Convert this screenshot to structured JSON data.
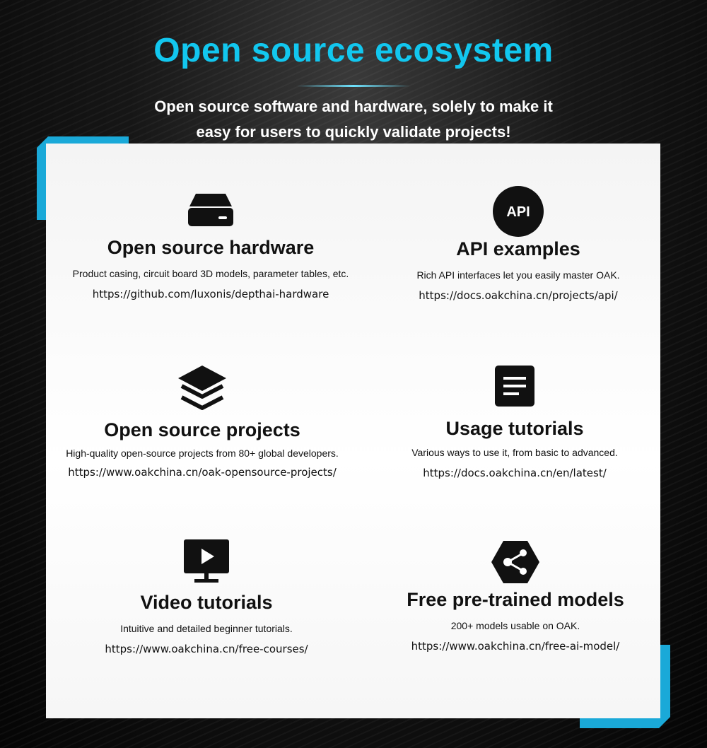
{
  "header": {
    "title": "Open source ecosystem",
    "subtitle_line1": "Open source software and hardware, solely to make it",
    "subtitle_line2": "easy for users to quickly validate projects!"
  },
  "features": [
    {
      "icon": "hardware-box-icon",
      "title": "Open source hardware",
      "description": "Product casing, circuit board 3D models, parameter tables, etc.",
      "link": "https://github.com/luxonis/depthai-hardware"
    },
    {
      "icon": "api-badge-icon",
      "icon_text": "API",
      "title": "API examples",
      "description": "Rich API interfaces let you easily master OAK.",
      "link": "https://docs.oakchina.cn/projects/api/"
    },
    {
      "icon": "layers-icon",
      "title": "Open source projects",
      "description": "High-quality open-source projects from 80+ global developers.",
      "link": "https://www.oakchina.cn/oak-opensource-projects/"
    },
    {
      "icon": "document-icon",
      "title": "Usage tutorials",
      "description": "Various ways to use it, from basic to advanced.",
      "link": "https://docs.oakchina.cn/en/latest/"
    },
    {
      "icon": "video-monitor-icon",
      "title": "Video tutorials",
      "description": "Intuitive and detailed beginner tutorials.",
      "link": "https://www.oakchina.cn/free-courses/"
    },
    {
      "icon": "network-hexagon-icon",
      "title": "Free pre-trained models",
      "description": "200+ models usable on OAK.",
      "link": "https://www.oakchina.cn/free-ai-model/"
    }
  ],
  "colors": {
    "accent": "#12c7ef",
    "frame": "#1aa9d8",
    "icon": "#111111"
  }
}
